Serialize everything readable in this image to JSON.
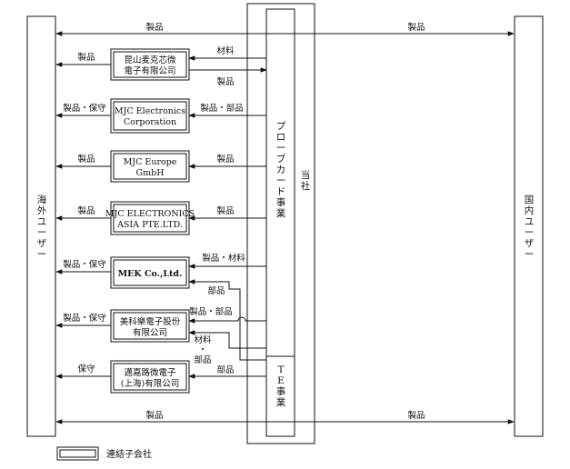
{
  "overseas_users": {
    "chars": [
      "海",
      "外",
      "ユ",
      "ー",
      "ザ",
      "ー"
    ]
  },
  "domestic_users": {
    "chars": [
      "国",
      "内",
      "ユ",
      "ー",
      "ザ",
      "ー"
    ]
  },
  "company": {
    "chars": [
      "当",
      "社"
    ]
  },
  "probe_card_business": {
    "chars": [
      "プ",
      "ロ",
      "ー",
      "ブ",
      "カ",
      "ー",
      "ド",
      "事",
      "業"
    ]
  },
  "te_business": {
    "chars": [
      "T",
      "E",
      "事",
      "業"
    ]
  },
  "subsidiaries": [
    {
      "line1": "昆山麦克芯微",
      "line2": "電子有限公司"
    },
    {
      "line1": "MJC Electronics",
      "line2": "Corporation"
    },
    {
      "line1": "MJC Europe",
      "line2": "GmbH"
    },
    {
      "line1": "MJC ELECTRONICS",
      "line2": "ASIA PTE.LTD."
    },
    {
      "line1": "MEK Co.,Ltd.",
      "line2": ""
    },
    {
      "line1": "美科樂電子股份",
      "line2": "有限公司"
    },
    {
      "line1": "邁嘉路微電子",
      "line2": "(上海)有限公司"
    }
  ],
  "flow_labels": {
    "top_left": "製品",
    "top_right": "製品",
    "bottom_left": "製品",
    "bottom_right": "製品",
    "s1_out": "製品",
    "s1_in_material": "材料",
    "s1_back_product": "製品",
    "s2_out": "製品・保守",
    "s2_in": "製品・部品",
    "s3_out": "製品",
    "s3_in": "製品",
    "s4_out": "製品",
    "s4_in": "製品",
    "s5_out": "製品・保守",
    "s5_in_top": "製品・材料",
    "s5_in_parts": "部品",
    "s6_out": "製品・保守",
    "s6_in_top": "製品・部品",
    "s6_in_material": "材料",
    "s6_in_dot": "・",
    "s6_in_parts": "部品",
    "s7_out": "保守",
    "s7_in": "部品"
  },
  "legend": {
    "label": "連結子会社"
  }
}
